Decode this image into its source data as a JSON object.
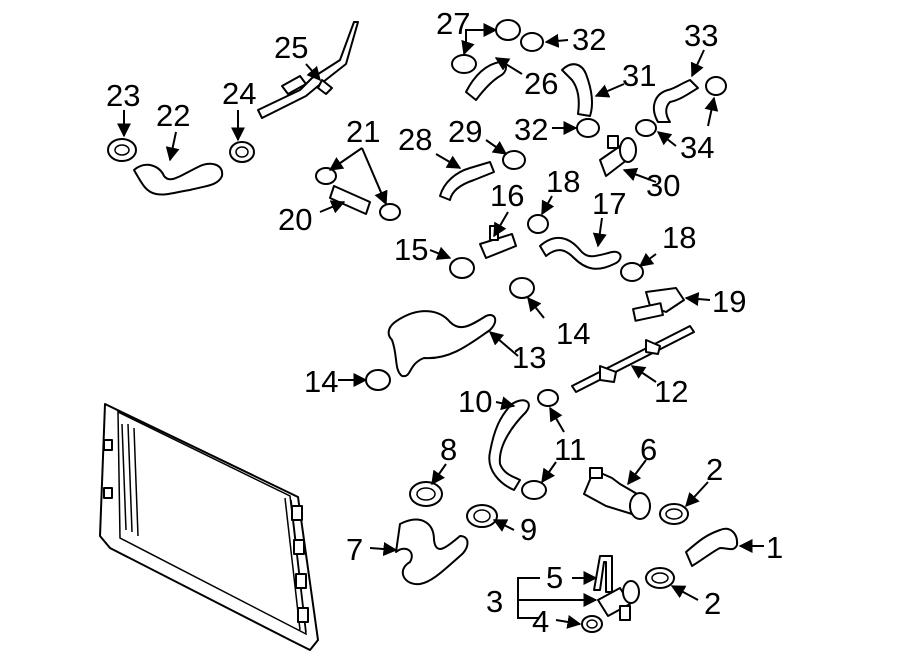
{
  "diagram": {
    "callouts": {
      "c1": "1",
      "c2a": "2",
      "c2b": "2",
      "c3": "3",
      "c4": "4",
      "c5": "5",
      "c6": "6",
      "c7": "7",
      "c8": "8",
      "c9": "9",
      "c10": "10",
      "c11": "11",
      "c12": "12",
      "c13": "13",
      "c14a": "14",
      "c14b": "14",
      "c15": "15",
      "c16": "16",
      "c17": "17",
      "c18a": "18",
      "c18b": "18",
      "c19": "19",
      "c20": "20",
      "c21": "21",
      "c22": "22",
      "c23": "23",
      "c24": "24",
      "c25": "25",
      "c26": "26",
      "c27": "27",
      "c28": "28",
      "c29": "29",
      "c30": "30",
      "c31": "31",
      "c32a": "32",
      "c32b": "32",
      "c33": "33",
      "c34": "34"
    }
  }
}
